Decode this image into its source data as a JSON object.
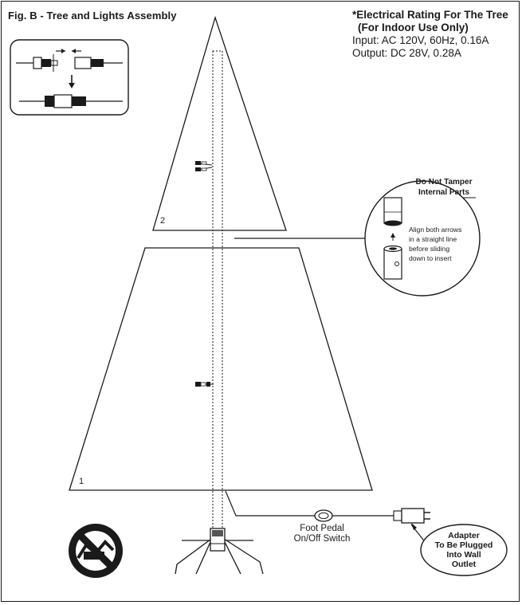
{
  "figure": {
    "title": "Fig. B - Tree and Lights Assembly"
  },
  "rating": {
    "heading_line1": "*Electrical Rating For The Tree",
    "heading_line2": "(For Indoor Use Only)",
    "input": "Input: AC 120V, 60Hz, 0.16A",
    "output": "Output: DC 28V, 0.28A"
  },
  "sections": {
    "top_number": "2",
    "bottom_number": "1"
  },
  "callout": {
    "warning_line1": "Do Not Tamper",
    "warning_line2": "Internal Parts",
    "instruction_line1": "Align both arrows",
    "instruction_line2": "in a straight line",
    "instruction_line3": "before sliding",
    "instruction_line4": "down to insert"
  },
  "switch": {
    "label_line1": "Foot Pedal",
    "label_line2": "On/Off Switch"
  },
  "adapter": {
    "line1": "Adapter",
    "line2": "To Be Plugged",
    "line3": "Into Wall",
    "line4": "Outlet"
  },
  "icons": {
    "connector_inset": "plug-connector-icon",
    "prohibited": "no-tools-icon",
    "power_adapter": "power-adapter-icon",
    "foot_switch": "foot-switch-icon"
  }
}
